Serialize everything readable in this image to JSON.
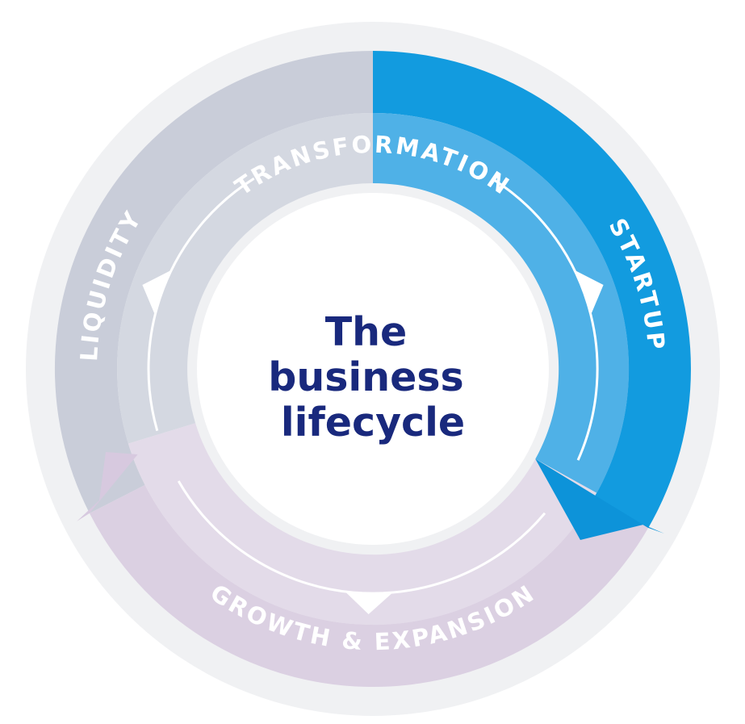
{
  "diagram": {
    "title": "The business lifecycle",
    "center_title": {
      "line1": "The",
      "line2": "business",
      "line3": "lifecycle"
    },
    "flow_direction": "clockwise",
    "stages": [
      {
        "name": "Startup",
        "label": "STARTUP",
        "color": "#129bdf",
        "inner_color": "#4fb1e7",
        "highlighted": true
      },
      {
        "name": "Growth & Expansion",
        "label": "GROWTH & EXPANSION",
        "color": "#dbd0e2",
        "inner_color": "#e3dbe9",
        "highlighted": false
      },
      {
        "name": "Liquidity",
        "label": "LIQUIDITY",
        "color": "#c9cdd9",
        "inner_color": "#d4d8e1",
        "highlighted": false
      },
      {
        "name": "Transformation",
        "label": "TRANSFORMATION",
        "color": "#c9cdd9",
        "inner_color": "#d4d8e1",
        "highlighted": false
      }
    ],
    "colors": {
      "background_ring": "#f0f1f3",
      "center_circle": "#ffffff",
      "center_text": "#19297d",
      "label_text": "#ffffff",
      "blue_arrow": "#0d93d9",
      "lavender_arrow": "#d7c9df"
    }
  }
}
